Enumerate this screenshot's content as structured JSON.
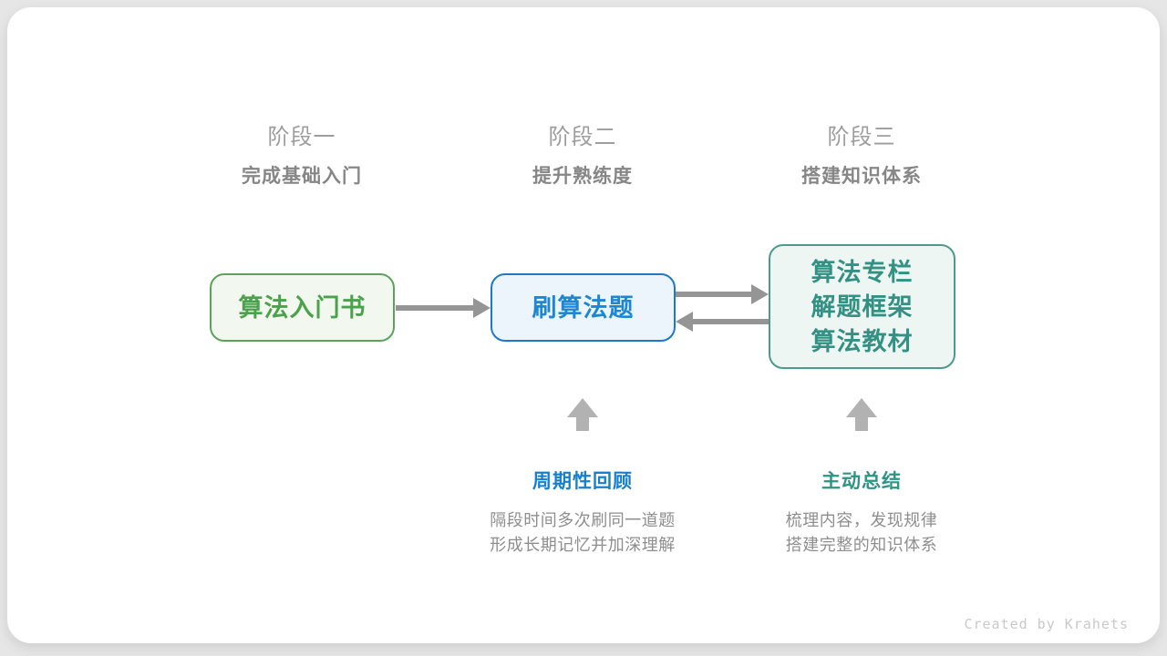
{
  "page": {
    "credit": "Created by Krahets"
  },
  "colors": {
    "green_text": "#4ca14c",
    "green_border": "#5ba35b",
    "blue_text": "#1f87d2",
    "blue_border": "#1e78c8",
    "teal_text": "#339183",
    "teal_border": "#4b9b8b",
    "arrow_gray": "#959595",
    "up_arrow_gray": "#b2b2b2",
    "stage_gray": "#9d9d9d"
  },
  "stages": [
    {
      "label": "阶段一",
      "subtitle": "完成基础入门"
    },
    {
      "label": "阶段二",
      "subtitle": "提升熟练度"
    },
    {
      "label": "阶段三",
      "subtitle": "搭建知识体系"
    }
  ],
  "nodes": [
    {
      "id": "intro-book",
      "lines": [
        "算法入门书"
      ],
      "color": "green"
    },
    {
      "id": "practice-problems",
      "lines": [
        "刷算法题"
      ],
      "color": "blue"
    },
    {
      "id": "knowledge-resources",
      "lines": [
        "算法专栏",
        "解题框架",
        "算法教材"
      ],
      "color": "teal"
    }
  ],
  "annotations": [
    {
      "title": "周期性回顾",
      "desc_line1": "隔段时间多次刷同一道题",
      "desc_line2": "形成长期记忆并加深理解"
    },
    {
      "title": "主动总结",
      "desc_line1": "梳理内容，发现规律",
      "desc_line2": "搭建完整的知识体系"
    }
  ]
}
